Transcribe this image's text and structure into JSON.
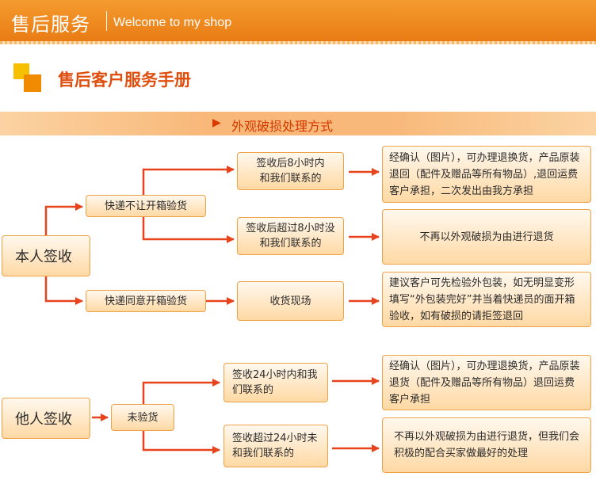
{
  "header": {
    "brand": "售后服务",
    "welcome": "Welcome to my shop"
  },
  "manual_title": "售后客户服务手册",
  "section": {
    "title": "外观破损处理方式"
  },
  "diagram": {
    "self_sign": "本人签收",
    "no_open": "快递不让开箱验货",
    "agree_open": "快递同意开箱验货",
    "within_8h": "签收后8小时内和我们联系的",
    "over_8h": "签收后超过8小时没和我们联系的",
    "on_site": "收货现场",
    "result_exchange_1": "经确认（图片），可办理退换货，产品原装退回（配件及赠品等所有物品）,退回运费客户承担，二次发出由我方承担",
    "result_refuse_1": "不再以外观破损为由进行退货",
    "result_inspect": "建议客户可先检验外包装，如无明显变形填写“外包装完好”并当着快递员的面开箱验收，如有破损的请拒签退回",
    "other_sign": "他人签收",
    "not_inspected": "未验货",
    "within_24h": "签收24小时内和我们联系的",
    "over_24h": "签收超过24小时未和我们联系的",
    "result_exchange_2": "经确认（图片），可办理退换货，产品原装退货（配件及赠品等所有物品）退回运费客户承担",
    "result_refuse_2": "不再以外观破损为由进行退货，但我们会积极的配合买家做最好的处理"
  },
  "colors": {
    "accent": "#e97c14",
    "arrow": "#e8431c",
    "title": "#e04e0e",
    "box_border": "#f0a248"
  }
}
